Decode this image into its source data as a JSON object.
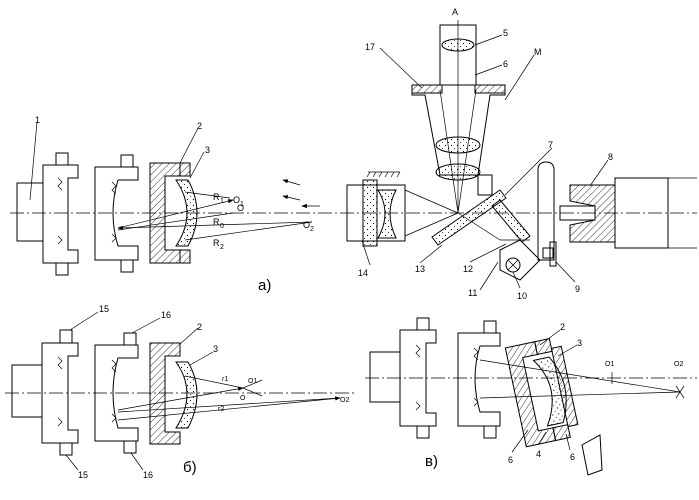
{
  "labels": {
    "l1": "1",
    "l2": "2",
    "l3": "3",
    "l4": "4",
    "l5": "5",
    "l6": "6",
    "l7": "7",
    "l8": "8",
    "l9": "9",
    "l10": "10",
    "l11": "11",
    "l12": "12",
    "l13": "13",
    "l14": "14",
    "l15": "15",
    "l16": "16",
    "l17": "17",
    "M": "M",
    "A": "A",
    "R": "R",
    "O": "O",
    "sub1": "1",
    "sub0": "0",
    "sub2": "2",
    "r1": "r1",
    "r2": "r2",
    "O1": "O1",
    "O2": "O2",
    "Ob": "O"
  },
  "captions": {
    "a": "а)",
    "b": "б)",
    "v": "в)"
  }
}
